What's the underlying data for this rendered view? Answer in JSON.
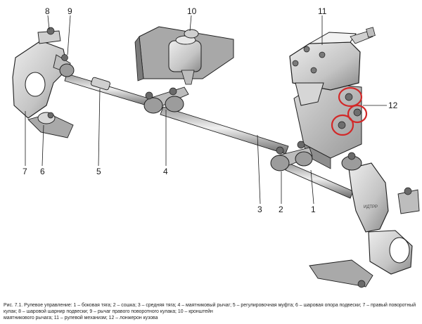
{
  "colors": {
    "metal_light": "#e6e6e6",
    "metal_mid": "#b4b4b4",
    "metal_dark": "#5a5a5a",
    "outline": "#1e1e1e",
    "highlight_circle": "#d22828"
  },
  "callouts": [
    {
      "id": "1",
      "label": "1"
    },
    {
      "id": "2",
      "label": "2"
    },
    {
      "id": "3",
      "label": "3"
    },
    {
      "id": "4",
      "label": "4"
    },
    {
      "id": "5",
      "label": "5"
    },
    {
      "id": "6",
      "label": "6"
    },
    {
      "id": "7",
      "label": "7"
    },
    {
      "id": "8",
      "label": "8"
    },
    {
      "id": "9",
      "label": "9"
    },
    {
      "id": "10",
      "label": "10"
    },
    {
      "id": "11",
      "label": "11"
    },
    {
      "id": "12",
      "label": "12"
    }
  ],
  "watermark": "ИДТРР",
  "caption": {
    "line1": "Рис. 7.1. Рулевое управление: 1 – боковая тяга; 2 – сошка; 3 – средняя тяга; 4 – маятниковый рычаг; 5 – регулировочная муфта; 6 – шаровая опора подвески; 7 – правый поворотный",
    "line2": "кулак; 8 – шаровой шарнир подвески; 9 – рычаг правого поворотного кулака; 10 – кронштейн",
    "line3": "маятникового рычага; 11 – рулевой механизм; 12 – лонжерон кузова"
  }
}
